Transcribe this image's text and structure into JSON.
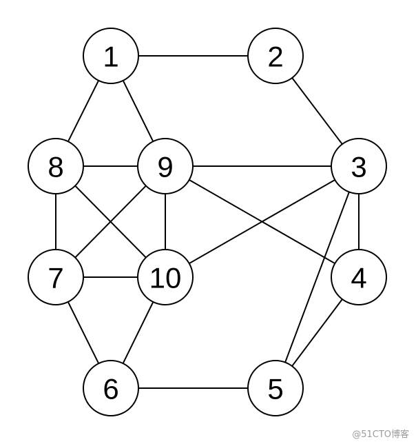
{
  "graph": {
    "nodes": [
      {
        "id": "1",
        "label": "1"
      },
      {
        "id": "2",
        "label": "2"
      },
      {
        "id": "3",
        "label": "3"
      },
      {
        "id": "4",
        "label": "4"
      },
      {
        "id": "5",
        "label": "5"
      },
      {
        "id": "6",
        "label": "6"
      },
      {
        "id": "7",
        "label": "7"
      },
      {
        "id": "8",
        "label": "8"
      },
      {
        "id": "9",
        "label": "9"
      },
      {
        "id": "10",
        "label": "10"
      }
    ],
    "edges": [
      [
        "1",
        "2"
      ],
      [
        "1",
        "8"
      ],
      [
        "1",
        "9"
      ],
      [
        "2",
        "3"
      ],
      [
        "8",
        "9"
      ],
      [
        "9",
        "3"
      ],
      [
        "8",
        "7"
      ],
      [
        "8",
        "10"
      ],
      [
        "9",
        "7"
      ],
      [
        "9",
        "10"
      ],
      [
        "9",
        "4"
      ],
      [
        "3",
        "10"
      ],
      [
        "3",
        "4"
      ],
      [
        "3",
        "5"
      ],
      [
        "7",
        "10"
      ],
      [
        "7",
        "6"
      ],
      [
        "10",
        "6"
      ],
      [
        "4",
        "5"
      ],
      [
        "6",
        "5"
      ]
    ]
  },
  "watermark": "@51CTO博客"
}
